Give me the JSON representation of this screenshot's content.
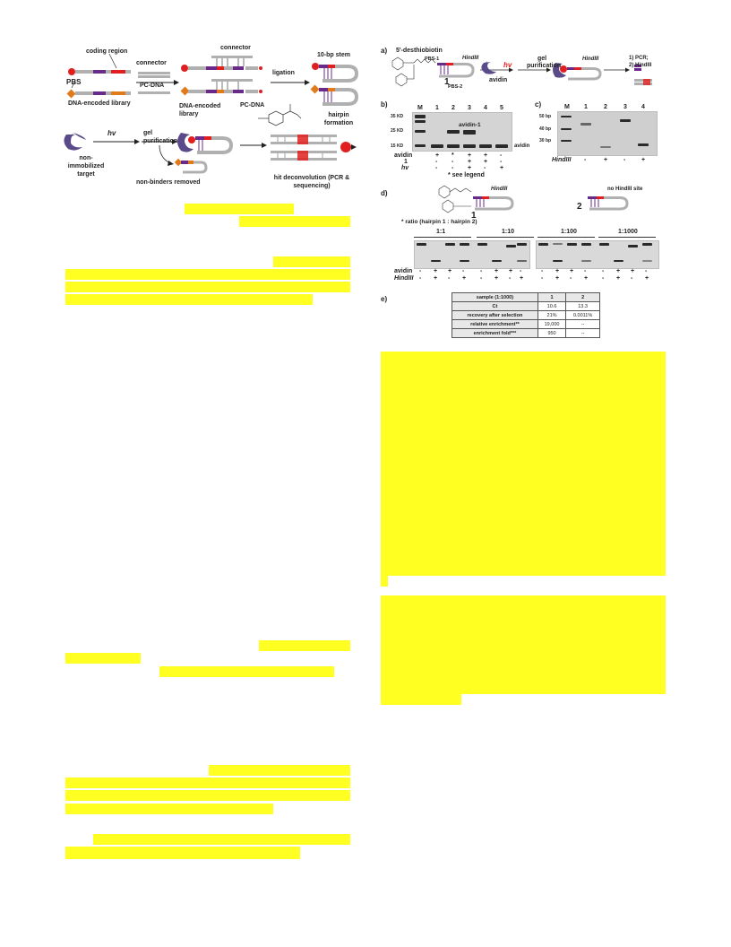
{
  "scheme": {
    "coding_region": "coding region",
    "pbs": "PBS",
    "dna_encoded_library": "DNA-encoded library",
    "connector": "connector",
    "pc_dna": "PC-DNA",
    "connector_top": "connector",
    "library2": "DNA-encoded library",
    "pc_dna2": "PC-DNA",
    "ligation": "ligation",
    "stem": "10-bp stem",
    "hairpin": "hairpin formation",
    "hv": "hv",
    "gel_purification": "gel purification",
    "non_immobilized": "non-immobilized target",
    "non_binders": "non-binders removed",
    "hit_deconvolution": "hit deconvolution (PCR & sequencing)"
  },
  "panel_a": {
    "letter": "a)",
    "desthiobiotin": "5'-desthiobiotin",
    "pbs1": "PBS-1",
    "pbs2": "PBS-2",
    "hindiii": "HindIII",
    "compound": "1",
    "avidin": "avidin",
    "hv": "hv",
    "gel_purification": "gel purification",
    "hindiii2": "HindIII",
    "pcr": "1) PCR;",
    "hindiii_step": "2) HindIII"
  },
  "panel_b": {
    "letter": "b)",
    "lanes": [
      "M",
      "1",
      "2",
      "3",
      "4",
      "5"
    ],
    "markers": [
      "35 KD",
      "25 KD",
      "15 KD"
    ],
    "band_label": "avidin-1",
    "avidin_label": "avidin",
    "rows": [
      {
        "name": "avidin",
        "values": [
          "+",
          "*",
          "+",
          "+",
          "-"
        ]
      },
      {
        "name": "1",
        "values": [
          "-",
          "-",
          "+",
          "+",
          "-"
        ]
      },
      {
        "name": "hv",
        "values": [
          "-",
          "-",
          "+",
          "-",
          "+"
        ]
      }
    ],
    "legend_note": "* see legend"
  },
  "panel_c": {
    "letter": "c)",
    "lanes": [
      "M",
      "1",
      "2",
      "3",
      "4"
    ],
    "markers": [
      "50 bp",
      "40 bp",
      "30 bp"
    ],
    "row_name": "HindIII",
    "values": [
      "-",
      "+",
      "-",
      "+"
    ]
  },
  "panel_d": {
    "letter": "d)",
    "hairpin1_label": "1",
    "hairpin1_site": "HindIII",
    "hairpin2_label": "2",
    "hairpin2_site": "no HindIII site",
    "ratio_note": "* ratio (hairpin 1 : hairpin 2)",
    "groups": [
      "1:1",
      "1:10",
      "1:100",
      "1:1000"
    ],
    "rows": [
      {
        "name": "avidin",
        "values": [
          "-",
          "+",
          "+",
          "-",
          "-",
          "+",
          "+",
          "-",
          "-",
          "+",
          "+",
          "-",
          "-",
          "+",
          "+",
          "-"
        ]
      },
      {
        "name": "HindIII",
        "values": [
          "-",
          "+",
          "-",
          "+",
          "-",
          "+",
          "-",
          "+",
          "-",
          "+",
          "-",
          "+",
          "-",
          "+",
          "-",
          "+"
        ]
      }
    ]
  },
  "panel_e": {
    "letter": "e)",
    "header": [
      "sample (1:1000)",
      "1",
      "2"
    ],
    "rows": [
      [
        "Ct",
        "10.6",
        "13.3"
      ],
      [
        "recovery after selection",
        "21%",
        "0.0011%"
      ],
      [
        "relative enrichment**",
        "19,000",
        "--"
      ],
      [
        "enrichment fold***",
        "950",
        "--"
      ]
    ]
  },
  "colors": {
    "highlight": "#ffff22",
    "purple": "#6a2a8a",
    "red": "#e02020",
    "orange": "#e07a1a",
    "grey": "#b0b0b0"
  }
}
